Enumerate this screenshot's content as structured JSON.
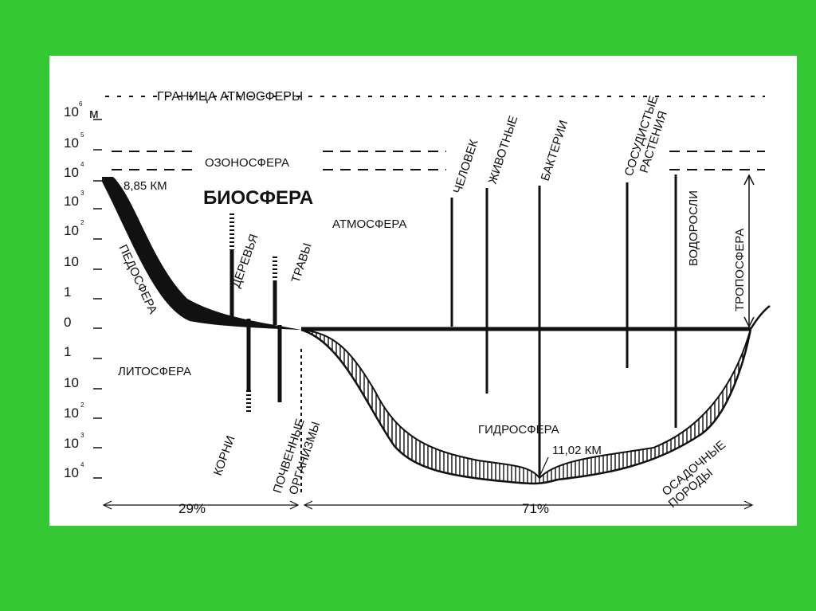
{
  "colors": {
    "background": "#34c934",
    "panel": "#ffffff",
    "ink": "#111111"
  },
  "title": "БИОСФЕРА",
  "boundaries": {
    "atmosphere_boundary": "ГРАНИЦА АТМОСФЕРЫ",
    "ozonosphere": "ОЗОНОСФЕРА"
  },
  "spheres": {
    "atmosphere": "АТМОСФЕРА",
    "pedosphere": "ПЕДОСФЕРА",
    "lithosphere": "ЛИТОСФЕРА",
    "hydrosphere": "ГИДРОСФЕРА",
    "troposphere": "ТРОПОСФЕРА"
  },
  "depths": {
    "mountain": "8,85 КМ",
    "ocean": "11,02 КМ"
  },
  "organisms": {
    "human": "ЧЕЛОВЕК",
    "animals": "ЖИВОТНЫЕ",
    "bacteria": "БАКТЕРИИ",
    "vascular_plants_1": "СОСУДИСТЫЕ",
    "vascular_plants_2": "РАСТЕНИЯ",
    "algae": "ВОДОРОСЛИ",
    "trees": "ДЕРЕВЬЯ",
    "grasses": "ТРАВЫ",
    "roots": "КОРНИ",
    "soil_organisms_1": "ПОЧВЕННЫЕ",
    "soil_organisms_2": "ОРГАНИЗМЫ",
    "sediments_1": "ОСАДОЧНЫЕ",
    "sediments_2": "ПОРОДЫ"
  },
  "shares": {
    "land": "29%",
    "ocean": "71%"
  },
  "y_axis": {
    "unit": "м",
    "ticks": [
      {
        "base": "10",
        "exp": "6"
      },
      {
        "base": "10",
        "exp": "5"
      },
      {
        "base": "10",
        "exp": "4"
      },
      {
        "base": "10",
        "exp": "3"
      },
      {
        "base": "10",
        "exp": "2"
      },
      {
        "base": "10",
        "exp": ""
      },
      {
        "base": "1",
        "exp": ""
      },
      {
        "base": "0",
        "exp": ""
      },
      {
        "base": "1",
        "exp": ""
      },
      {
        "base": "10",
        "exp": ""
      },
      {
        "base": "10",
        "exp": "2"
      },
      {
        "base": "10",
        "exp": "3"
      },
      {
        "base": "10",
        "exp": "4"
      }
    ]
  }
}
